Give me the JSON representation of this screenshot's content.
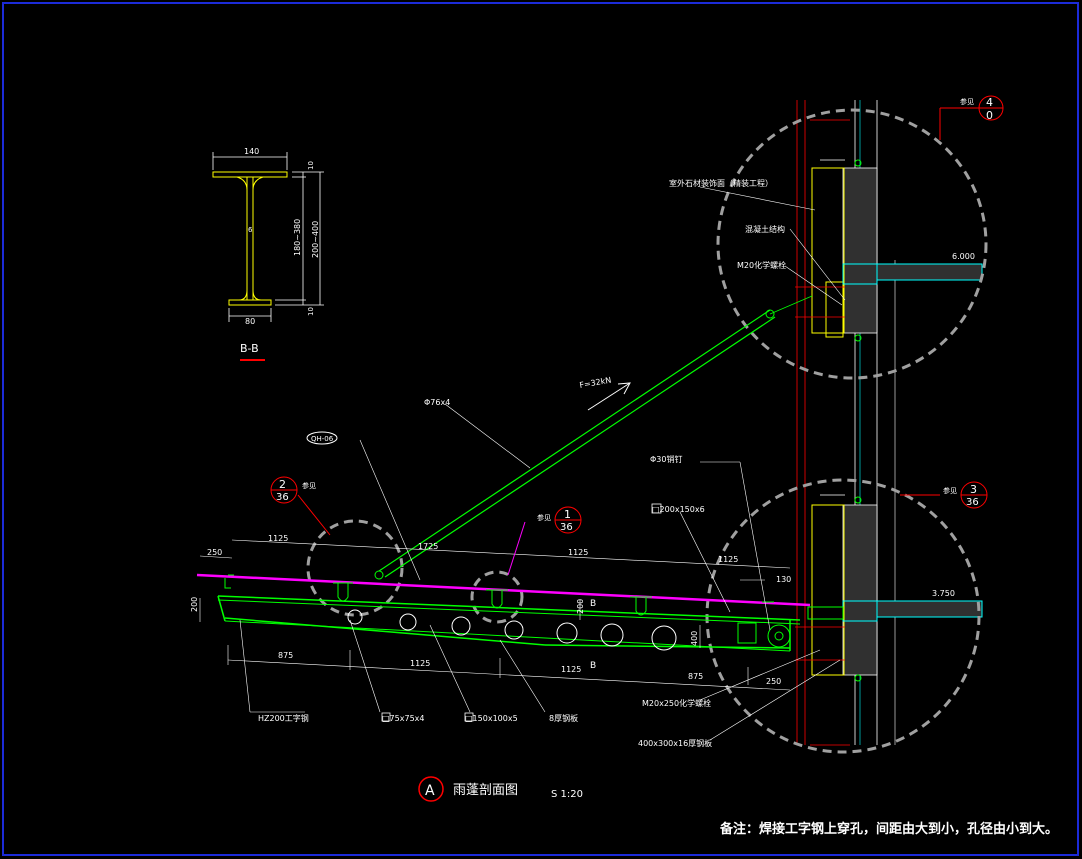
{
  "section_bb": {
    "dim_top": "140",
    "dim_bottom": "80",
    "dim_flange_top": "10",
    "dim_flange_bottom": "10",
    "dim_web_inner": "180~380",
    "dim_total": "200~400",
    "web_mark": "6",
    "label": "B-B"
  },
  "callouts": {
    "ref_4_0": {
      "prefix": "参见",
      "top": "4",
      "bottom": "0"
    },
    "ref_2_36": {
      "prefix": "参见",
      "top": "2",
      "bottom": "36"
    },
    "ref_1_36": {
      "prefix": "参见",
      "top": "1",
      "bottom": "36"
    },
    "ref_3_36": {
      "prefix": "参见",
      "top": "3",
      "bottom": "36"
    },
    "qh": "QH-06"
  },
  "labels": {
    "stone_facade": "室外石材装饰面（精装工程）",
    "concrete": "混凝土结构",
    "m20_bolt": "M20化学螺栓",
    "level_top": "6.000",
    "level_bottom": "3.750",
    "pipe": "Φ76x4",
    "force": "F=32kN",
    "pin": "Φ30销钉",
    "tube_200": "□200x150x6",
    "hz200": "HZ200工字钢",
    "angle_75": "□75x75x4",
    "tube_150": "□150x100x5",
    "plate_8": "8厚钢板",
    "bolt_m20_250": "M20x250化学螺栓",
    "plate_400": "400x300x16厚钢板",
    "section_b": "B"
  },
  "dims": {
    "d250": "250",
    "d1125_a": "1125",
    "d1725": "1725",
    "d1125_b": "1125",
    "d1125_c": "1125",
    "d130": "130",
    "d200_left": "200",
    "d200_mid": "200",
    "d400": "400",
    "d875_a": "875",
    "d1125_d": "1125",
    "d1125_e": "1125",
    "d875_b": "875",
    "d250_b": "250"
  },
  "title": {
    "mark": "A",
    "name": "雨蓬剖面图",
    "scale": "S 1:20"
  },
  "note": "备注：焊接工字钢上穿孔，间距由大到小，孔径由小到大。",
  "colors": {
    "background": "#000000",
    "frame": "#1c2bd9",
    "beam": "#00ff00",
    "magenta": "#ff00ff",
    "red": "#ff0000",
    "yellow": "#ffff00",
    "cyan": "#00ffff",
    "white": "#ffffff",
    "gray": "#a0a0a0"
  }
}
